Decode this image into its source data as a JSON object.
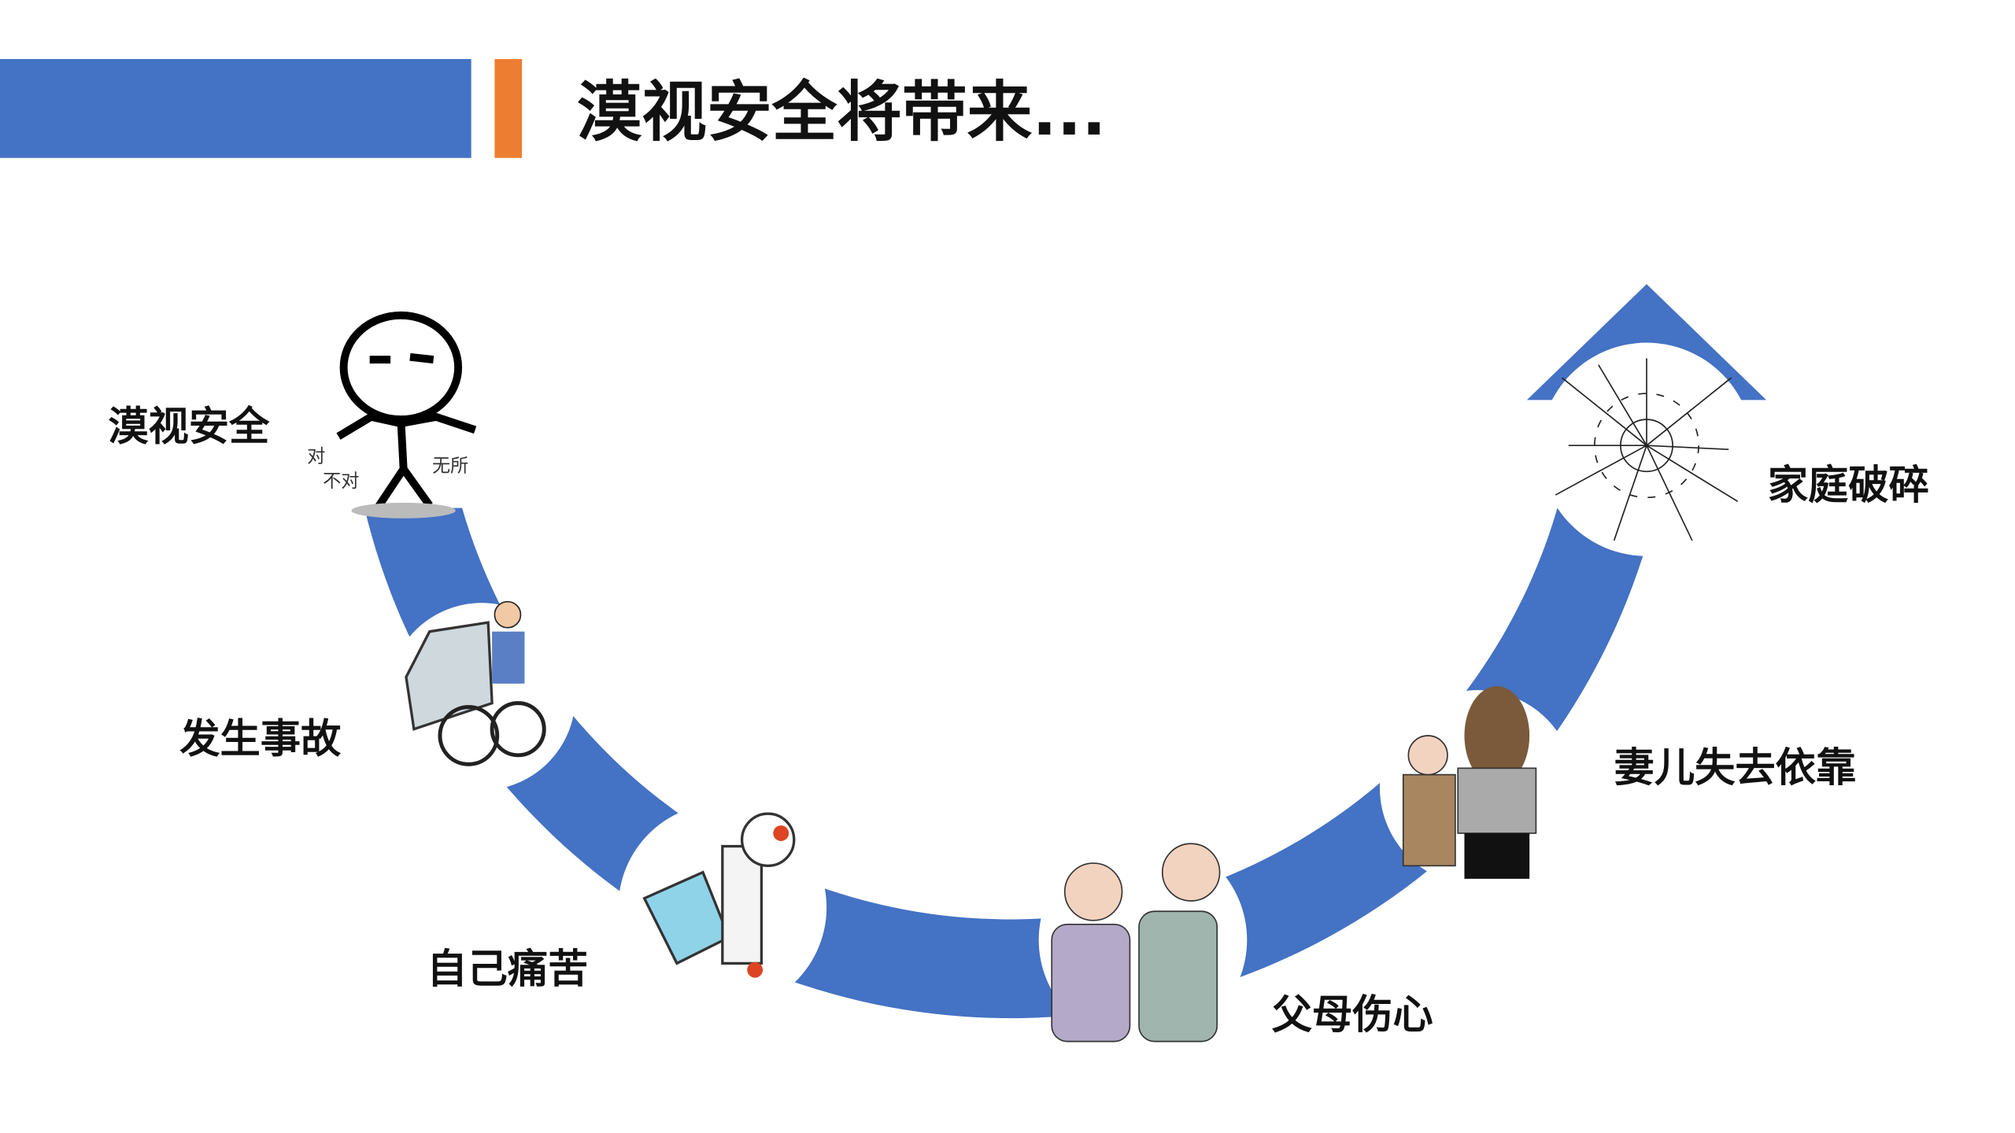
{
  "title": "漠视安全将带来...",
  "colors": {
    "header_bar": "#4472C4",
    "accent_bar": "#ED7D31",
    "arc": "#4472C4"
  },
  "steps": [
    {
      "label": "漠视安全",
      "icon": "stick-figure-icon"
    },
    {
      "label": "发生事故",
      "icon": "bicycle-accident-icon"
    },
    {
      "label": "自己痛苦",
      "icon": "injured-patient-icon"
    },
    {
      "label": "父母伤心",
      "icon": "grieving-parents-icon"
    },
    {
      "label": "妻儿失去依靠",
      "icon": "wife-child-icon"
    },
    {
      "label": "家庭破碎",
      "icon": "shattered-glass-icon"
    }
  ],
  "stick_figure_text": [
    "对",
    "不对",
    "无所"
  ]
}
